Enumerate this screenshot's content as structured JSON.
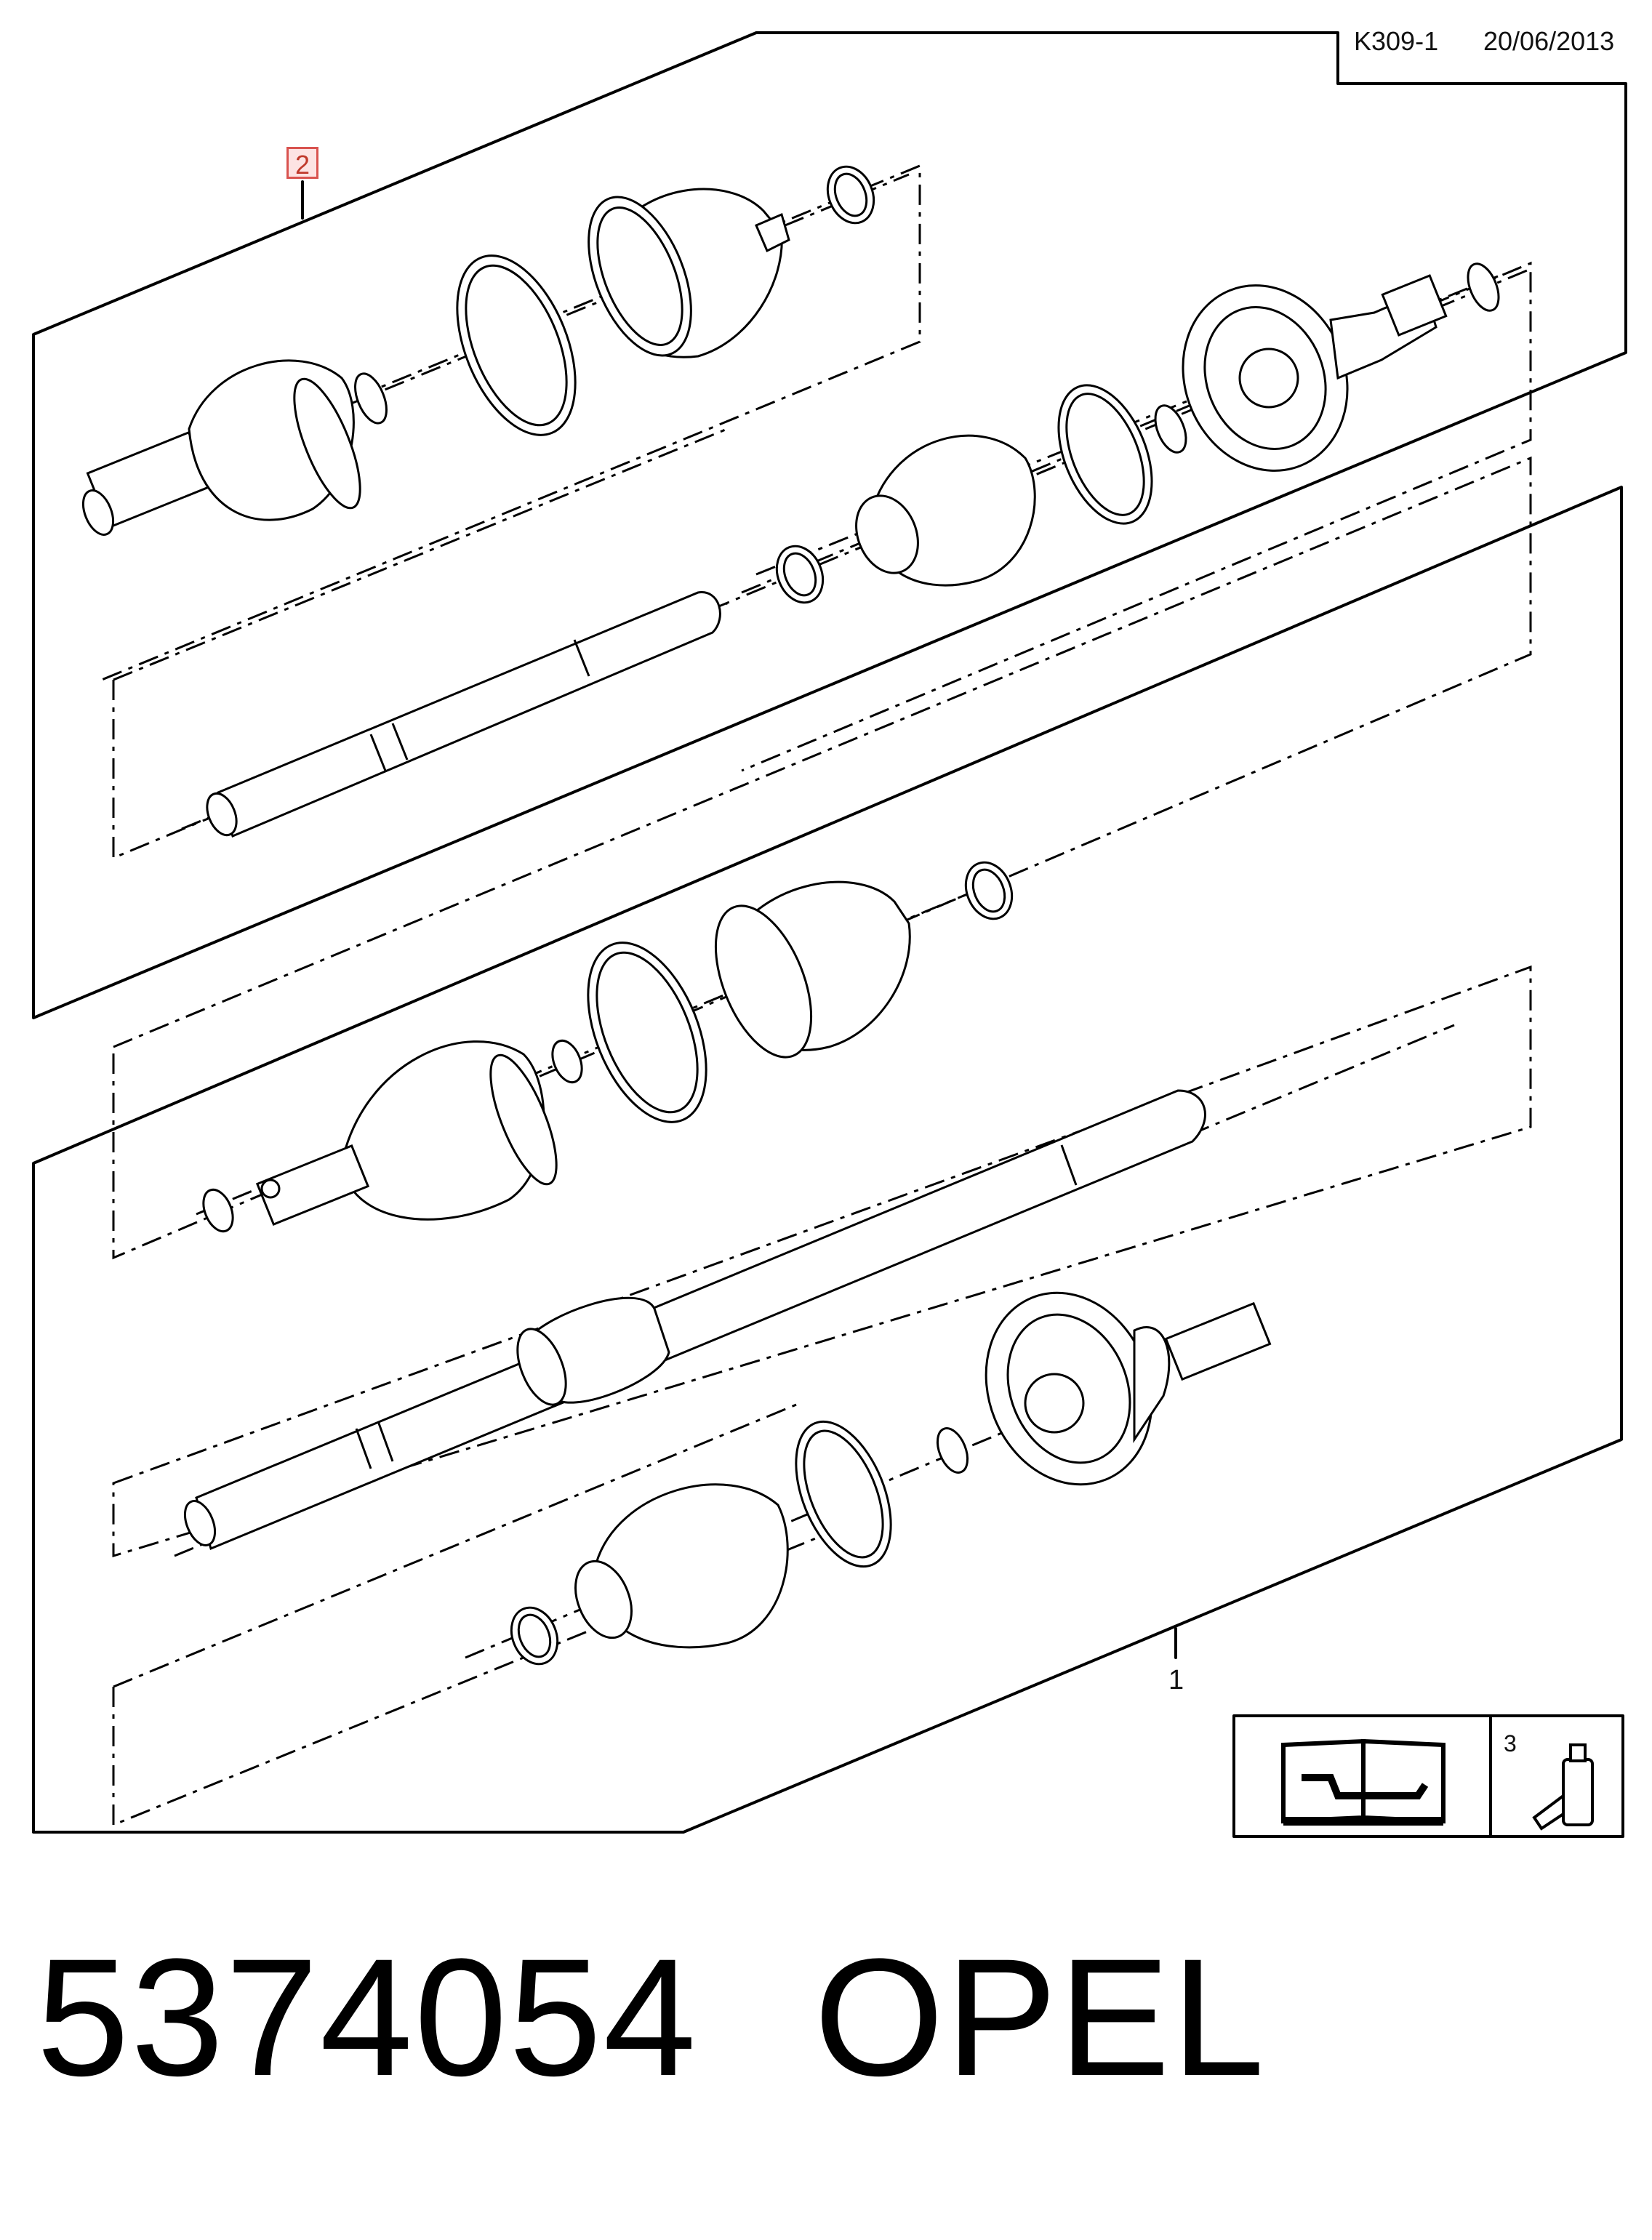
{
  "header": {
    "reference_code": "K309-1",
    "date": "20/06/2013"
  },
  "callouts": {
    "item_1": "1",
    "item_2": "2",
    "item_3": "3"
  },
  "footer": {
    "part_number": "5374054",
    "brand": "OPEL"
  },
  "icons": {
    "manual": "open-book-wrench-icon",
    "grease": "grease-tube-icon"
  },
  "colors": {
    "line": "#000000",
    "callout_highlight": "#fde3e3",
    "callout_border": "#d9534f"
  }
}
